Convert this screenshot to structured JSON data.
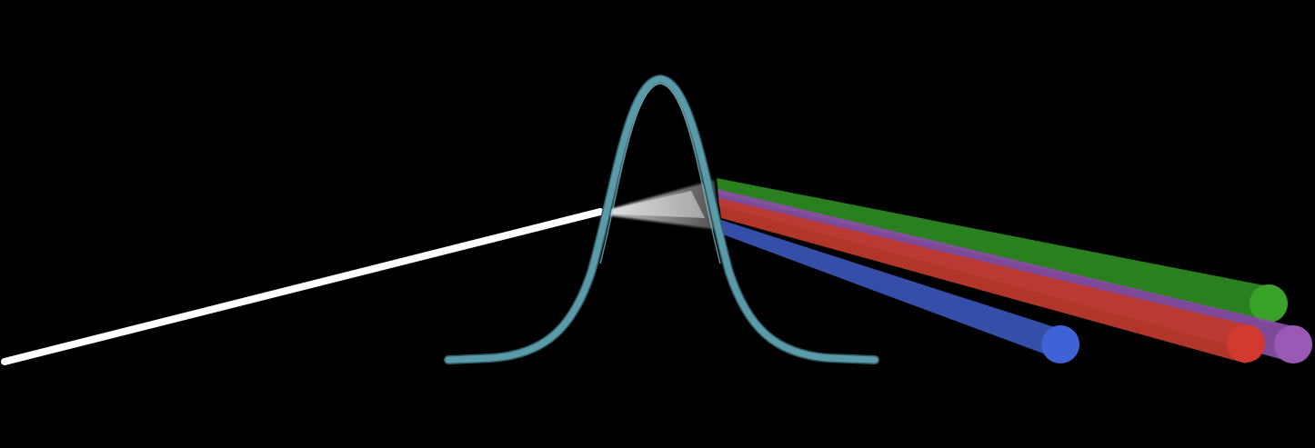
{
  "scene": {
    "background": "#000000",
    "incoming_beam": {
      "color": "#ffffff"
    },
    "bell_curve_prism": {
      "color": "#5b9aa8",
      "highlight": "#8cc7d2"
    },
    "dispersed_beams": [
      {
        "name": "green-beam",
        "color": "#2e8b22",
        "end_cap": "#3aa22b"
      },
      {
        "name": "purple-beam",
        "color": "#8a4fa6",
        "end_cap": "#9b59b6"
      },
      {
        "name": "red-beam",
        "color": "#c0392b",
        "end_cap": "#d23a2f"
      },
      {
        "name": "blue-beam",
        "color": "#3a55b5",
        "end_cap": "#3f63d6"
      }
    ]
  }
}
